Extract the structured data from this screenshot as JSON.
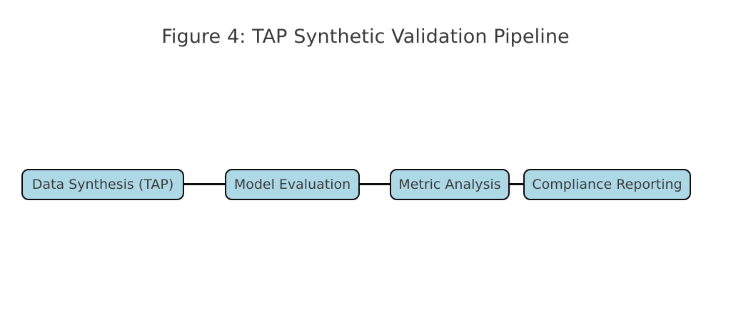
{
  "figure": {
    "title": "Figure 4: TAP Synthetic Validation Pipeline",
    "background_color": "#ffffff",
    "title_color": "#3a3a3a",
    "node_fill_color": "#add8e6",
    "node_border_color": "#0d0d0d",
    "node_text_color": "#3a3a3a",
    "connector_color": "#0d0d0d"
  },
  "chart_data": {
    "type": "diagram",
    "title": "Figure 4: TAP Synthetic Validation Pipeline",
    "layout": "horizontal-flow",
    "nodes": [
      {
        "id": "data-synthesis-tap",
        "label": "Data Synthesis (TAP)"
      },
      {
        "id": "model-evaluation",
        "label": "Model Evaluation"
      },
      {
        "id": "metric-analysis",
        "label": "Metric Analysis"
      },
      {
        "id": "compliance-reporting",
        "label": "Compliance Reporting"
      }
    ],
    "edges": [
      {
        "from": "data-synthesis-tap",
        "to": "model-evaluation",
        "style": "plain-line"
      },
      {
        "from": "model-evaluation",
        "to": "metric-analysis",
        "style": "plain-line"
      },
      {
        "from": "metric-analysis",
        "to": "compliance-reporting",
        "style": "plain-line"
      }
    ]
  }
}
